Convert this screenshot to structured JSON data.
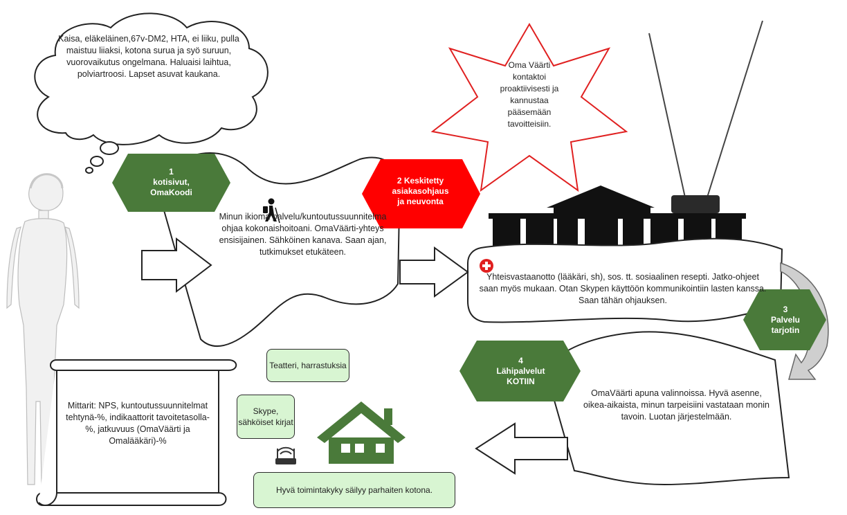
{
  "thought_bubble": "Kaisa, eläkeläinen,67v-DM2, HTA, ei liiku, pulla maistuu liiaksi, kotona surua ja syö suruun, vuorovaikutus ongelmana. Haluaisi laihtua, polviartroosi. Lapset asuvat kaukana.",
  "star_text": "Oma Väärti kontaktoi proaktiivisesti ja kannustaa pääsemään tavoitteisiin.",
  "hexagons": {
    "h1": {
      "line1": "1",
      "line2": "kotisivut,",
      "line3": "OmaKoodi",
      "color": "#4a7a3a"
    },
    "h2": {
      "line1": "2 Keskitetty",
      "line2": "asiakasohjaus",
      "line3": "ja neuvonta",
      "color": "#ff0000"
    },
    "h3": {
      "line1": "3",
      "line2": "Palvelu",
      "line3": "tarjotin",
      "color": "#4a7a3a"
    },
    "h4": {
      "line1": "4",
      "line2": "Lähipalvelut",
      "line3": "KOTIIN",
      "color": "#4a7a3a"
    }
  },
  "banner1_text": "Minun ikioma palvelu/kuntoutussuunnitelma ohjaa kokonaishoitoani. OmaVäärti-yhteys ensisijainen. Sähköinen kanava. Saan ajan, tutkimukset etukäteen.",
  "banner2_text": "Yhteisvastaanotto (lääkäri, sh), sos. tt. sosiaalinen resepti. Jatko-ohjeet saan myös mukaan. Otan Skypen käyttöön kommunikointiin lasten kanssa. Saan tähän ohjauksen.",
  "banner3_text": "OmaVäärti apuna valinnoissa. Hyvä asenne, oikea-aikaista, minun tarpeisiini vastataan monin tavoin. Luotan järjestelmään.",
  "scroll_text": "Mittarit: NPS, kuntoutussuunnitelmat tehtynä-%, indikaattorit tavoitetasolla-%, jatkuvuus (OmaVäärti ja Omalääkäri)-%",
  "green_boxes": {
    "teatteri": "Teatteri, harrastuksia",
    "skype": "Skype, sähköiset kirjat",
    "hyva": "Hyvä toimintakyky säilyy parhaiten kotona."
  },
  "colors": {
    "green": "#4a7a3a",
    "red": "#ff0000",
    "light_green": "#d8f5d2",
    "building": "#111111"
  },
  "icons": [
    "person-figure-icon",
    "hiker-icon",
    "red-cross-icon",
    "building-icon",
    "antenna-icon",
    "house-icon",
    "router-icon"
  ]
}
